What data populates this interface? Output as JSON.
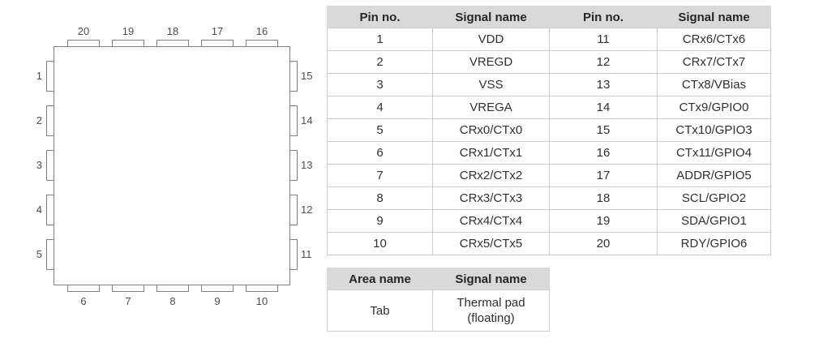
{
  "diagram": {
    "left_pins_top_to_bottom": [
      "1",
      "2",
      "3",
      "4",
      "5"
    ],
    "top_pins_left_to_right": [
      "20",
      "19",
      "18",
      "17",
      "16"
    ],
    "right_pins_top_to_bottom": [
      "15",
      "14",
      "13",
      "12",
      "11"
    ],
    "bottom_pins_left_to_right": [
      "6",
      "7",
      "8",
      "9",
      "10"
    ]
  },
  "pin_table": {
    "headers": [
      "Pin no.",
      "Signal name",
      "Pin no.",
      "Signal name"
    ],
    "rows": [
      [
        "1",
        "VDD",
        "11",
        "CRx6/CTx6"
      ],
      [
        "2",
        "VREGD",
        "12",
        "CRx7/CTx7"
      ],
      [
        "3",
        "VSS",
        "13",
        "CTx8/VBias"
      ],
      [
        "4",
        "VREGA",
        "14",
        "CTx9/GPIO0"
      ],
      [
        "5",
        "CRx0/CTx0",
        "15",
        "CTx10/GPIO3"
      ],
      [
        "6",
        "CRx1/CTx1",
        "16",
        "CTx11/GPIO4"
      ],
      [
        "7",
        "CRx2/CTx2",
        "17",
        "ADDR/GPIO5"
      ],
      [
        "8",
        "CRx3/CTx3",
        "18",
        "SCL/GPIO2"
      ],
      [
        "9",
        "CRx4/CTx4",
        "19",
        "SDA/GPIO1"
      ],
      [
        "10",
        "CRx5/CTx5",
        "20",
        "RDY/GPIO6"
      ]
    ]
  },
  "area_table": {
    "headers": [
      "Area name",
      "Signal name"
    ],
    "rows": [
      [
        "Tab",
        "Thermal pad (floating)"
      ]
    ]
  },
  "colors": {
    "background": "#ffffff",
    "table_header_bg": "#d9d9d9",
    "table_border": "#cccccc",
    "table_text": "#303030",
    "diagram_line": "#7f7f7f",
    "diagram_label": "#4d4d4d"
  }
}
